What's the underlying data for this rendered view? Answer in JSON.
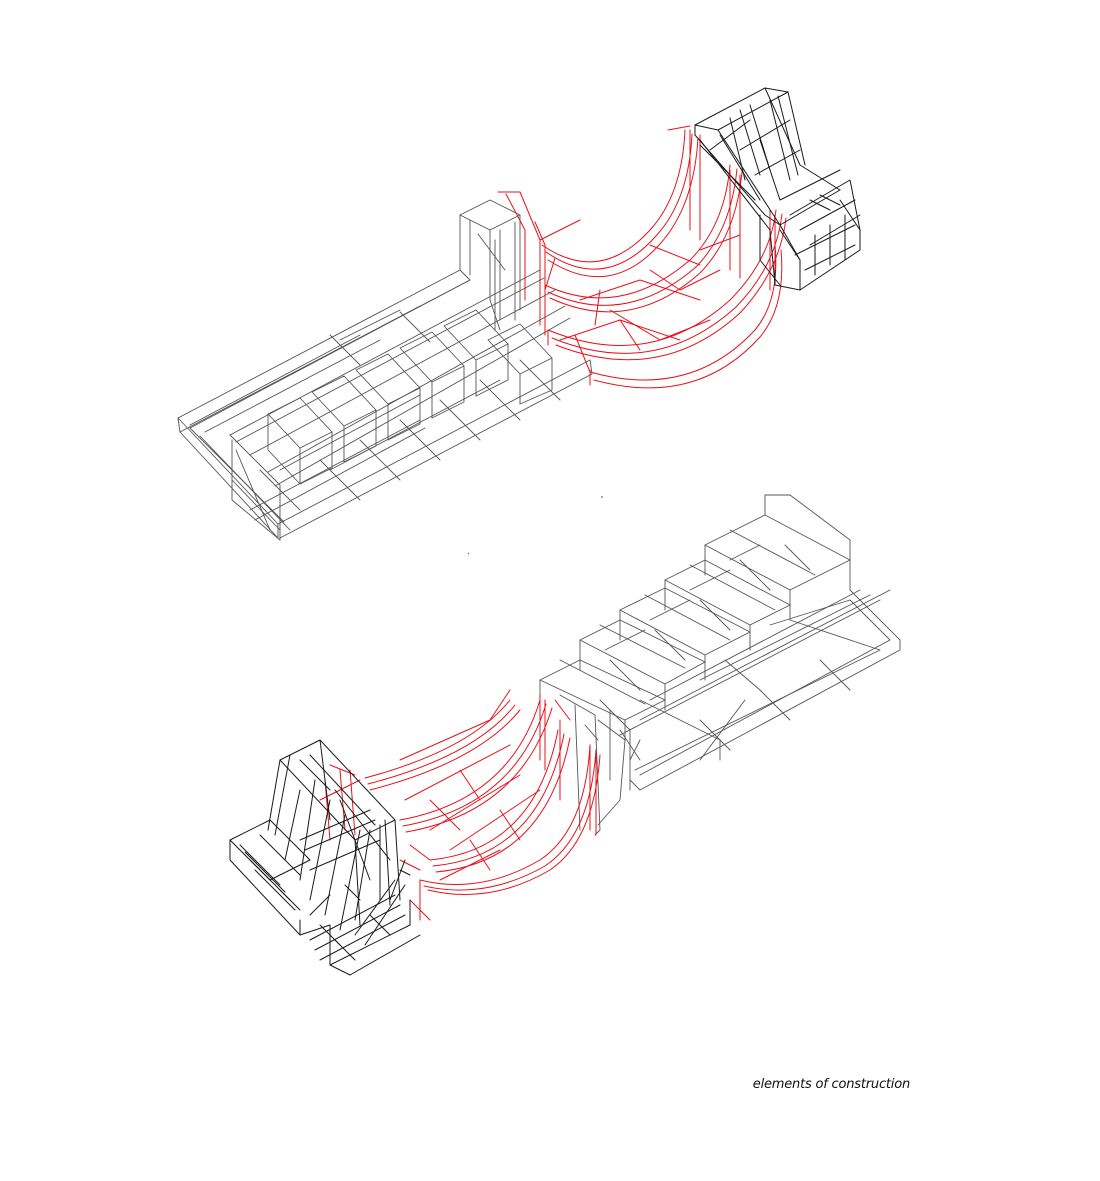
{
  "caption": "elements of construction",
  "legend_colors": {
    "structural_frame": "#1a1a1a",
    "existing_frame": "#666666",
    "ramp_elements": "#e8121b"
  },
  "drawings": [
    {
      "name": "upper-axonometric-view",
      "view": "isometric",
      "highlighted_element": "curved ramp ribs"
    },
    {
      "name": "lower-axonometric-view",
      "view": "isometric",
      "highlighted_element": "curved ramp ribs"
    }
  ]
}
